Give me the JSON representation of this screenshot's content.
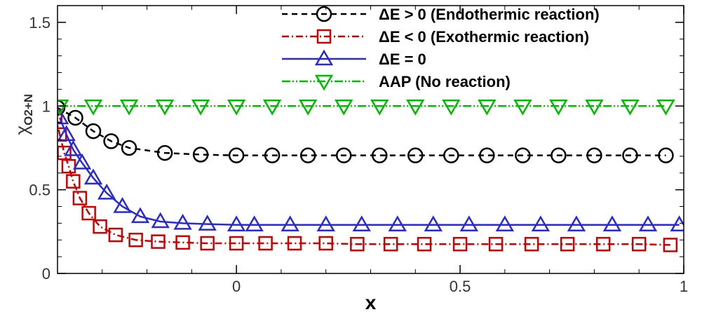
{
  "chart_data": {
    "type": "line",
    "xlabel": "x",
    "ylabel": {
      "base": "χ",
      "sub": "O2+N"
    },
    "xlim": [
      -0.4,
      1.0
    ],
    "ylim": [
      0,
      1.6
    ],
    "xticks": [
      {
        "value": 0,
        "label": "0"
      },
      {
        "value": 0.5,
        "label": "0.5"
      },
      {
        "value": 1,
        "label": "1"
      }
    ],
    "yticks": [
      {
        "value": 0,
        "label": "0"
      },
      {
        "value": 0.5,
        "label": "0.5"
      },
      {
        "value": 1,
        "label": "1"
      },
      {
        "value": 1.5,
        "label": "1.5"
      }
    ],
    "legend_position": "top-right",
    "series": [
      {
        "name": "ΔE > 0 (Endothermic reaction)",
        "color": "#000000",
        "line": "dash",
        "marker": "circle",
        "x": [
          -0.4,
          -0.36,
          -0.32,
          -0.28,
          -0.24,
          -0.16,
          -0.08,
          0.0,
          0.08,
          0.16,
          0.24,
          0.32,
          0.4,
          0.48,
          0.56,
          0.64,
          0.72,
          0.8,
          0.88,
          0.96
        ],
        "y": [
          0.99,
          0.93,
          0.85,
          0.79,
          0.75,
          0.72,
          0.71,
          0.705,
          0.705,
          0.705,
          0.705,
          0.705,
          0.705,
          0.705,
          0.705,
          0.705,
          0.705,
          0.705,
          0.705,
          0.705
        ]
      },
      {
        "name": "ΔE < 0 (Exothermic reaction)",
        "color": "#cc0000",
        "line": "dashdot",
        "marker": "square",
        "x": [
          -0.405,
          -0.395,
          -0.385,
          -0.375,
          -0.365,
          -0.35,
          -0.33,
          -0.305,
          -0.27,
          -0.225,
          -0.175,
          -0.12,
          -0.065,
          0.0,
          0.065,
          0.13,
          0.2,
          0.27,
          0.345,
          0.42,
          0.5,
          0.58,
          0.66,
          0.74,
          0.82,
          0.9,
          0.97
        ],
        "y": [
          0.94,
          0.83,
          0.72,
          0.64,
          0.55,
          0.45,
          0.36,
          0.28,
          0.23,
          0.2,
          0.19,
          0.185,
          0.18,
          0.18,
          0.18,
          0.18,
          0.18,
          0.175,
          0.175,
          0.175,
          0.175,
          0.175,
          0.175,
          0.175,
          0.175,
          0.175,
          0.17
        ]
      },
      {
        "name": "ΔE = 0",
        "color": "#2a2ad4",
        "line": "solid",
        "marker": "triangle-up",
        "x": [
          -0.395,
          -0.38,
          -0.365,
          -0.345,
          -0.32,
          -0.29,
          -0.255,
          -0.215,
          -0.17,
          -0.12,
          -0.065,
          0.0,
          0.04,
          0.12,
          0.2,
          0.28,
          0.36,
          0.44,
          0.52,
          0.6,
          0.68,
          0.76,
          0.84,
          0.92,
          0.99
        ],
        "y": [
          0.93,
          0.83,
          0.74,
          0.66,
          0.57,
          0.48,
          0.4,
          0.34,
          0.31,
          0.3,
          0.295,
          0.29,
          0.29,
          0.29,
          0.29,
          0.29,
          0.29,
          0.29,
          0.29,
          0.29,
          0.29,
          0.29,
          0.29,
          0.29,
          0.29
        ]
      },
      {
        "name": "AAP (No reaction)",
        "color": "#00bb00",
        "line": "dashdotdot",
        "marker": "triangle-down",
        "x": [
          -0.395,
          -0.32,
          -0.24,
          -0.16,
          -0.08,
          0.0,
          0.08,
          0.16,
          0.24,
          0.32,
          0.4,
          0.48,
          0.56,
          0.64,
          0.72,
          0.8,
          0.88,
          0.96
        ],
        "y": [
          1.0,
          1.0,
          1.0,
          1.0,
          1.0,
          1.0,
          1.0,
          1.0,
          1.0,
          1.0,
          1.0,
          1.0,
          1.0,
          1.0,
          1.0,
          1.0,
          1.0,
          1.0
        ]
      }
    ]
  }
}
